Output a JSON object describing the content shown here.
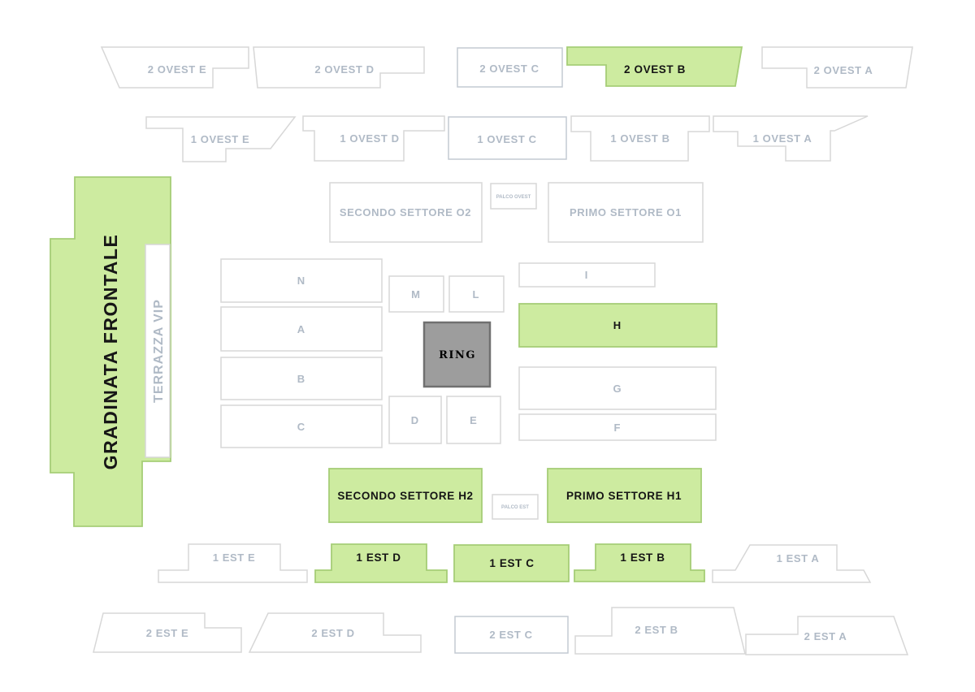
{
  "colors": {
    "available_fill": "#cdeba0",
    "available_border": "#a6ce77",
    "unavailable_border": "#d7d7d7",
    "unavailable_border_dark": "#c3cad2",
    "unavailable_text": "#b0bac6",
    "available_text": "#151515",
    "ring_fill": "#9d9d9d",
    "ring_border": "#707070"
  },
  "sectors": {
    "o2e": {
      "label": "2 OVEST E",
      "available": false
    },
    "o2d": {
      "label": "2 OVEST D",
      "available": false
    },
    "o2c": {
      "label": "2 OVEST C",
      "available": false
    },
    "o2b": {
      "label": "2 OVEST B",
      "available": true
    },
    "o2a": {
      "label": "2 OVEST A",
      "available": false
    },
    "o1e": {
      "label": "1 OVEST E",
      "available": false
    },
    "o1d": {
      "label": "1 OVEST D",
      "available": false
    },
    "o1c": {
      "label": "1 OVEST C",
      "available": false
    },
    "o1b": {
      "label": "1 OVEST B",
      "available": false
    },
    "o1a": {
      "label": "1 OVEST A",
      "available": false
    },
    "gradinata": {
      "label": "GRADINATA FRONTALE",
      "available": true
    },
    "terrazza": {
      "label": "TERRAZZA VIP",
      "available": false
    },
    "so2": {
      "label": "SECONDO SETTORE O2",
      "available": false
    },
    "palco_ovest": {
      "label": "PALCO OVEST",
      "available": false
    },
    "po1": {
      "label": "PRIMO SETTORE O1",
      "available": false
    },
    "n": {
      "label": "N",
      "available": false
    },
    "a": {
      "label": "A",
      "available": false
    },
    "b": {
      "label": "B",
      "available": false
    },
    "c": {
      "label": "C",
      "available": false
    },
    "m": {
      "label": "M",
      "available": false
    },
    "l": {
      "label": "L",
      "available": false
    },
    "d": {
      "label": "D",
      "available": false
    },
    "e": {
      "label": "E",
      "available": false
    },
    "i": {
      "label": "I",
      "available": false
    },
    "h": {
      "label": "H",
      "available": true
    },
    "g": {
      "label": "G",
      "available": false
    },
    "f": {
      "label": "F",
      "available": false
    },
    "ring": {
      "label": "RING"
    },
    "sh2": {
      "label": "SECONDO SETTORE H2",
      "available": true
    },
    "palco_est": {
      "label": "PALCO EST",
      "available": false
    },
    "ph1": {
      "label": "PRIMO SETTORE H1",
      "available": true
    },
    "e1e": {
      "label": "1 EST E",
      "available": false
    },
    "e1d": {
      "label": "1 EST D",
      "available": true
    },
    "e1c": {
      "label": "1 EST C",
      "available": true
    },
    "e1b": {
      "label": "1 EST B",
      "available": true
    },
    "e1a": {
      "label": "1 EST A",
      "available": false
    },
    "e2e": {
      "label": "2 EST E",
      "available": false
    },
    "e2d": {
      "label": "2 EST D",
      "available": false
    },
    "e2c": {
      "label": "2 EST C",
      "available": false
    },
    "e2b": {
      "label": "2 EST B",
      "available": false
    },
    "e2a": {
      "label": "2 EST A",
      "available": false
    }
  }
}
